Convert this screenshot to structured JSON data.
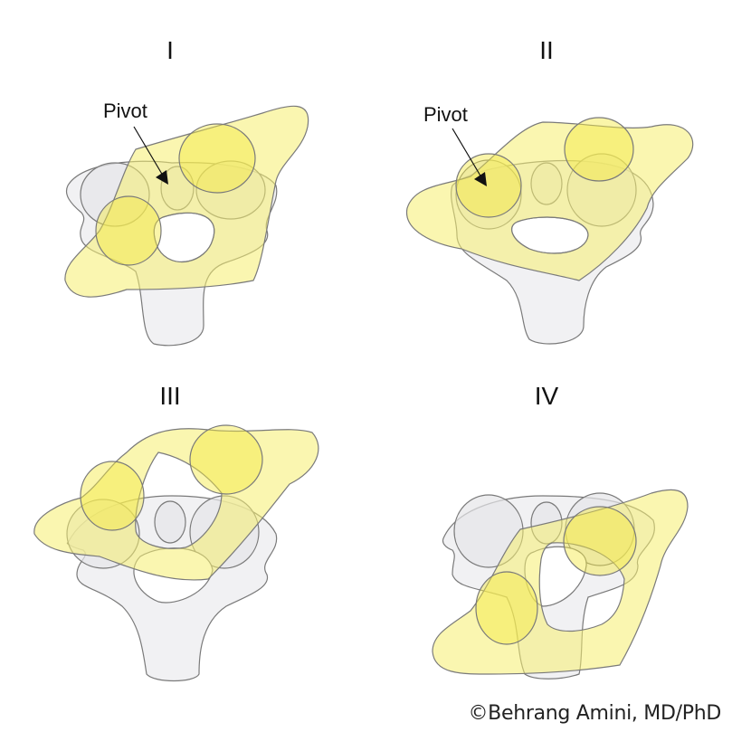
{
  "panels": [
    {
      "id": "I",
      "title": "I",
      "pivot_label": "Pivot",
      "has_pivot": true
    },
    {
      "id": "II",
      "title": "II",
      "pivot_label": "Pivot",
      "has_pivot": true
    },
    {
      "id": "III",
      "title": "III",
      "has_pivot": false
    },
    {
      "id": "IV",
      "title": "IV",
      "has_pivot": false
    }
  ],
  "credit": "©Behrang Amini, MD/PhD",
  "colors": {
    "atlas_fill": "#f5ee70",
    "axis_fill": "#f1f1f3",
    "outline": "#7a7a7a",
    "text": "#111111"
  }
}
